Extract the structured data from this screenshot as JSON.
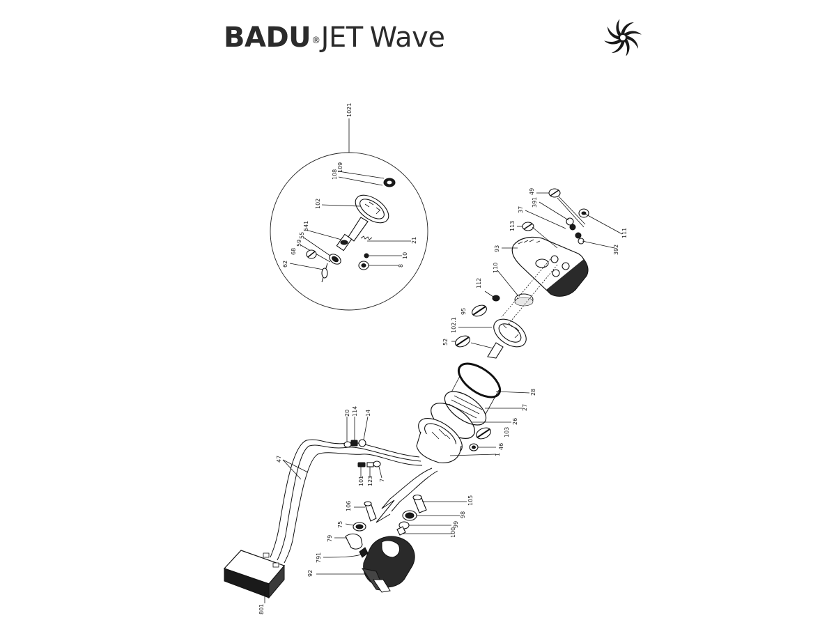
{
  "brand": {
    "part1": "BADU",
    "registered": "®",
    "part2": "JET",
    "part3": "Wave"
  },
  "logo_icon": "swirl-icon",
  "colors": {
    "ink": "#1a1a1a",
    "background": "#ffffff"
  },
  "callouts": {
    "c1021": "1021",
    "c108": "108",
    "c109": "109",
    "c102": "102",
    "c541": "541",
    "c55": "55",
    "c59": "59",
    "c68": "68",
    "c62": "62",
    "c21": "21",
    "c10": "10",
    "c8": "8",
    "c49": "49",
    "c391": "391",
    "c37": "37",
    "c113": "113",
    "c111": "111",
    "c392": "392",
    "c93": "93",
    "c110": "110",
    "c112": "112",
    "c95": "95",
    "c1021b": "102.1",
    "c52": "52",
    "c28": "28",
    "c27": "27",
    "c26": "26",
    "c103": "103",
    "c46": "46",
    "c1": "1",
    "c20": "20",
    "c114": "114",
    "c14": "14",
    "c47": "47",
    "c101": "101",
    "c123": "123",
    "c7": "7",
    "c106": "106",
    "c105": "105",
    "c98": "98",
    "c99": "99",
    "c100": "100",
    "c75": "75",
    "c79": "79",
    "c791": "791",
    "c92": "92",
    "c801": "801"
  }
}
